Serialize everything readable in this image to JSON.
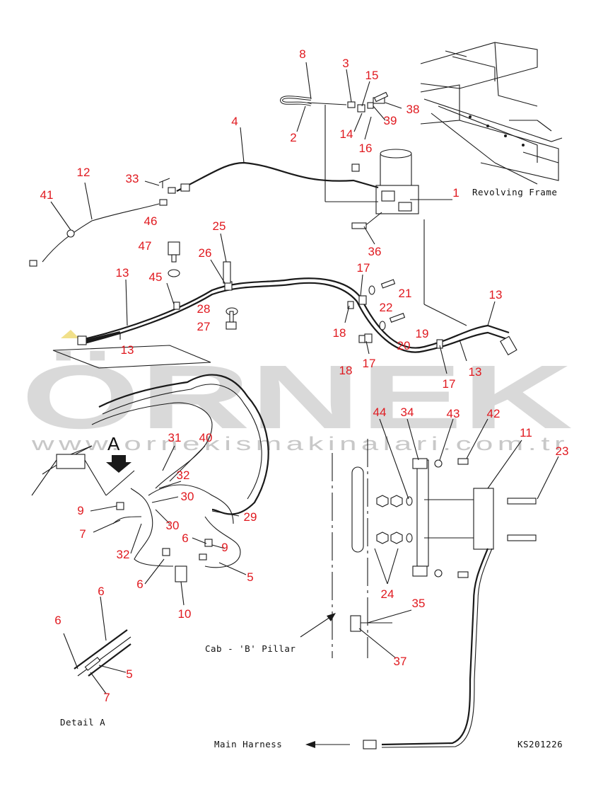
{
  "watermark": {
    "brand": "ÖRNEK",
    "url": "www.ornekismakinalari.com.tr"
  },
  "labels": {
    "revolving_frame": "Revolving Frame",
    "cab_b_pillar": "Cab - 'B' Pillar",
    "detail_a": "Detail A",
    "main_harness": "Main Harness",
    "drawing_code": "KS201226",
    "view_marker": "A"
  },
  "callouts": [
    {
      "id": "c8",
      "text": "8"
    },
    {
      "id": "c3",
      "text": "3"
    },
    {
      "id": "c15",
      "text": "15"
    },
    {
      "id": "c38",
      "text": "38"
    },
    {
      "id": "c39",
      "text": "39"
    },
    {
      "id": "c2",
      "text": "2"
    },
    {
      "id": "c14",
      "text": "14"
    },
    {
      "id": "c16",
      "text": "16"
    },
    {
      "id": "c4",
      "text": "4"
    },
    {
      "id": "c12",
      "text": "12"
    },
    {
      "id": "c33",
      "text": "33"
    },
    {
      "id": "c41",
      "text": "41"
    },
    {
      "id": "c1",
      "text": "1"
    },
    {
      "id": "c46",
      "text": "46"
    },
    {
      "id": "c25",
      "text": "25"
    },
    {
      "id": "c47",
      "text": "47"
    },
    {
      "id": "c26",
      "text": "26"
    },
    {
      "id": "c36",
      "text": "36"
    },
    {
      "id": "c45",
      "text": "45"
    },
    {
      "id": "c13a",
      "text": "13"
    },
    {
      "id": "c17a",
      "text": "17"
    },
    {
      "id": "c21",
      "text": "21"
    },
    {
      "id": "c13b",
      "text": "13"
    },
    {
      "id": "c28",
      "text": "28"
    },
    {
      "id": "c22",
      "text": "22"
    },
    {
      "id": "c27",
      "text": "27"
    },
    {
      "id": "c18a",
      "text": "18"
    },
    {
      "id": "c19",
      "text": "19"
    },
    {
      "id": "c13c",
      "text": "13"
    },
    {
      "id": "c20",
      "text": "20"
    },
    {
      "id": "c18b",
      "text": "18"
    },
    {
      "id": "c17b",
      "text": "17"
    },
    {
      "id": "c13d",
      "text": "13"
    },
    {
      "id": "c17c",
      "text": "17"
    },
    {
      "id": "c44",
      "text": "44"
    },
    {
      "id": "c34",
      "text": "34"
    },
    {
      "id": "c43",
      "text": "43"
    },
    {
      "id": "c42",
      "text": "42"
    },
    {
      "id": "c11",
      "text": "11"
    },
    {
      "id": "c23",
      "text": "23"
    },
    {
      "id": "c31",
      "text": "31"
    },
    {
      "id": "c40",
      "text": "40"
    },
    {
      "id": "c32a",
      "text": "32"
    },
    {
      "id": "c30a",
      "text": "30"
    },
    {
      "id": "c9a",
      "text": "9"
    },
    {
      "id": "c29",
      "text": "29"
    },
    {
      "id": "c30b",
      "text": "30"
    },
    {
      "id": "c7a",
      "text": "7"
    },
    {
      "id": "c6a",
      "text": "6"
    },
    {
      "id": "c9b",
      "text": "9"
    },
    {
      "id": "c32b",
      "text": "32"
    },
    {
      "id": "c5a",
      "text": "5"
    },
    {
      "id": "c6b",
      "text": "6"
    },
    {
      "id": "c10",
      "text": "10"
    },
    {
      "id": "c24",
      "text": "24"
    },
    {
      "id": "c35",
      "text": "35"
    },
    {
      "id": "c37",
      "text": "37"
    },
    {
      "id": "c6c",
      "text": "6"
    },
    {
      "id": "c6d",
      "text": "6"
    },
    {
      "id": "c5b",
      "text": "5"
    },
    {
      "id": "c7b",
      "text": "7"
    }
  ]
}
